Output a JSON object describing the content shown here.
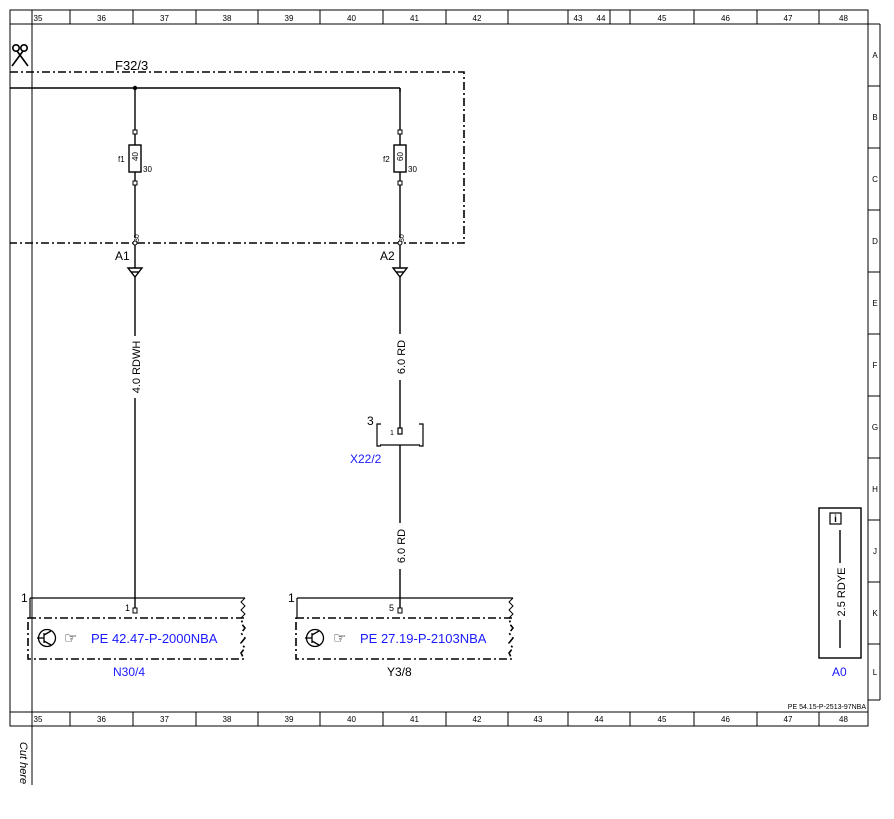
{
  "colors": {
    "line": "#000000",
    "link": "#1a1aff",
    "background": "#ffffff"
  },
  "columns_top": [
    "35",
    "36",
    "37",
    "38",
    "39",
    "40",
    "41",
    "42",
    "43",
    "44",
    "45",
    "46",
    "47",
    "48"
  ],
  "columns_bottom": [
    "35",
    "36",
    "37",
    "38",
    "39",
    "40",
    "41",
    "42",
    "43",
    "44",
    "45",
    "46",
    "47",
    "48"
  ],
  "rows": [
    "A",
    "B",
    "C",
    "D",
    "E",
    "F",
    "G",
    "H",
    "J",
    "K",
    "L"
  ],
  "scissors_icon": "scissors-icon",
  "fuse_box": {
    "label": "F32/3",
    "fuses": [
      {
        "name": "f1",
        "rating": "40",
        "pin": "30",
        "out_pin": "30",
        "connector": "A1"
      },
      {
        "name": "f2",
        "rating": "60",
        "pin": "30",
        "out_pin": "30",
        "connector": "A2"
      }
    ]
  },
  "wires": {
    "w1": "4.0 RDWH",
    "w2_upper": "6.0 RD",
    "w2_lower": "6.0 RD"
  },
  "connector": {
    "label": "X22/2",
    "left_number": "3",
    "pin": "1"
  },
  "components": [
    {
      "label": "N30/4",
      "corner_number": "1",
      "pin": "1",
      "ref": "PE 42.47-P-2000NBA",
      "icon": "transistor-icon"
    },
    {
      "label": "Y3/8",
      "corner_number": "1",
      "pin": "5",
      "ref": "PE 27.19-P-2103NBA",
      "icon": "transistor-icon"
    }
  ],
  "info_box": {
    "wire": "2.5 RDYE",
    "label": "A0",
    "icon": "info-icon"
  },
  "doc_ref": "PE 54.15-P-2513-97NBA",
  "cut_here": "Cut here"
}
